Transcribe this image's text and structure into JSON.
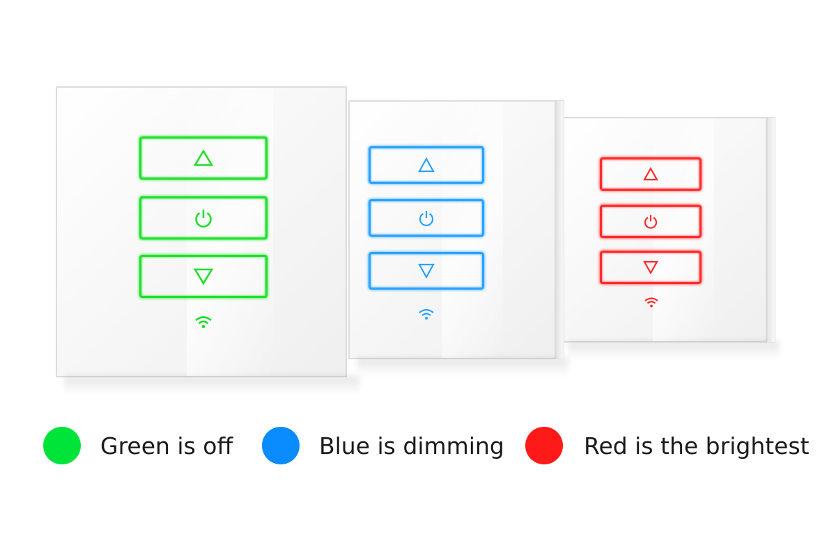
{
  "colors": {
    "green": "#00e43a",
    "blue": "#0a8cff",
    "red": "#ff1a1a"
  },
  "panels": [
    {
      "name": "green-panel",
      "color": "#1fe02a",
      "buttons": [
        "up-arrow-icon",
        "power-icon",
        "down-arrow-icon"
      ],
      "status_icon": "wifi-icon"
    },
    {
      "name": "blue-panel",
      "color": "#2aa2ff",
      "buttons": [
        "up-arrow-icon",
        "power-icon",
        "down-arrow-icon"
      ],
      "status_icon": "wifi-icon"
    },
    {
      "name": "red-panel",
      "color": "#ff2b2b",
      "buttons": [
        "up-arrow-icon",
        "power-icon",
        "down-arrow-icon"
      ],
      "status_icon": "wifi-icon"
    }
  ],
  "legend": {
    "green": {
      "label": "Green is off",
      "color": "#00e43a"
    },
    "blue": {
      "label": "Blue is dimming",
      "color": "#0a8cff"
    },
    "red": {
      "label": "Red is the brightest",
      "color": "#ff1a1a"
    }
  }
}
